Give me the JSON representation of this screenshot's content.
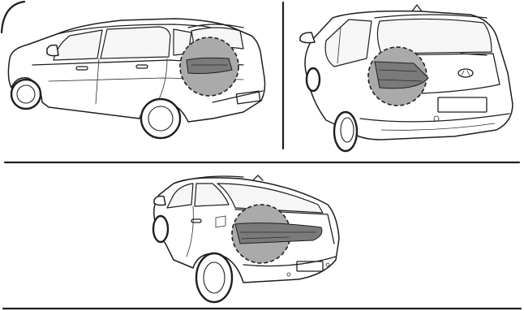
{
  "figure": {
    "panels": [
      {
        "id": "hatchback-side-rear",
        "highlight": "rear-combination-lamp"
      },
      {
        "id": "wagon-rear",
        "highlight": "rear-combination-lamp"
      },
      {
        "id": "fastback-rear-three-quarter",
        "highlight": "rear-combination-lamp"
      }
    ],
    "colors": {
      "line": "#1e1e1e",
      "highlight_fill": "#aaaaaa",
      "background": "#ffffff"
    },
    "icons": [
      "hyundai-logo-icon"
    ]
  }
}
